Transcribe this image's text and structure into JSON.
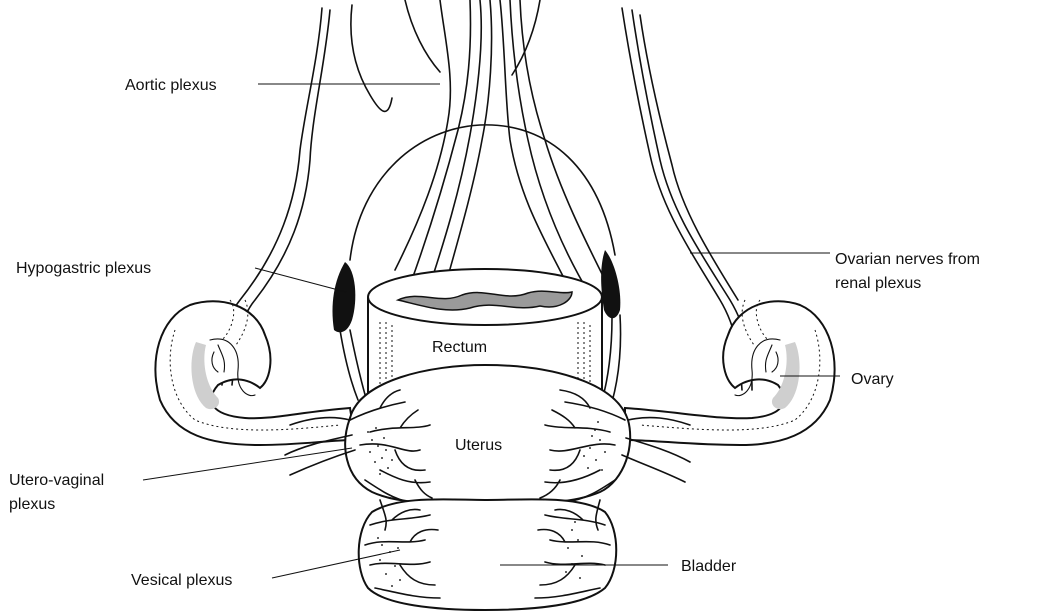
{
  "labels": {
    "aortic_plexus": "Aortic plexus",
    "hypogastric_plexus": "Hypogastric plexus",
    "ovarian_nerves_line1": "Ovarian nerves from",
    "ovarian_nerves_line2": "renal plexus",
    "rectum": "Rectum",
    "ovary": "Ovary",
    "uterus": "Uterus",
    "utero_vaginal_line1": "Utero-vaginal",
    "utero_vaginal_line2": "plexus",
    "vesical_plexus": "Vesical plexus",
    "bladder": "Bladder"
  },
  "colors": {
    "line": "#111111",
    "background": "#ffffff",
    "ovary_gray": "#cfcfcf"
  }
}
